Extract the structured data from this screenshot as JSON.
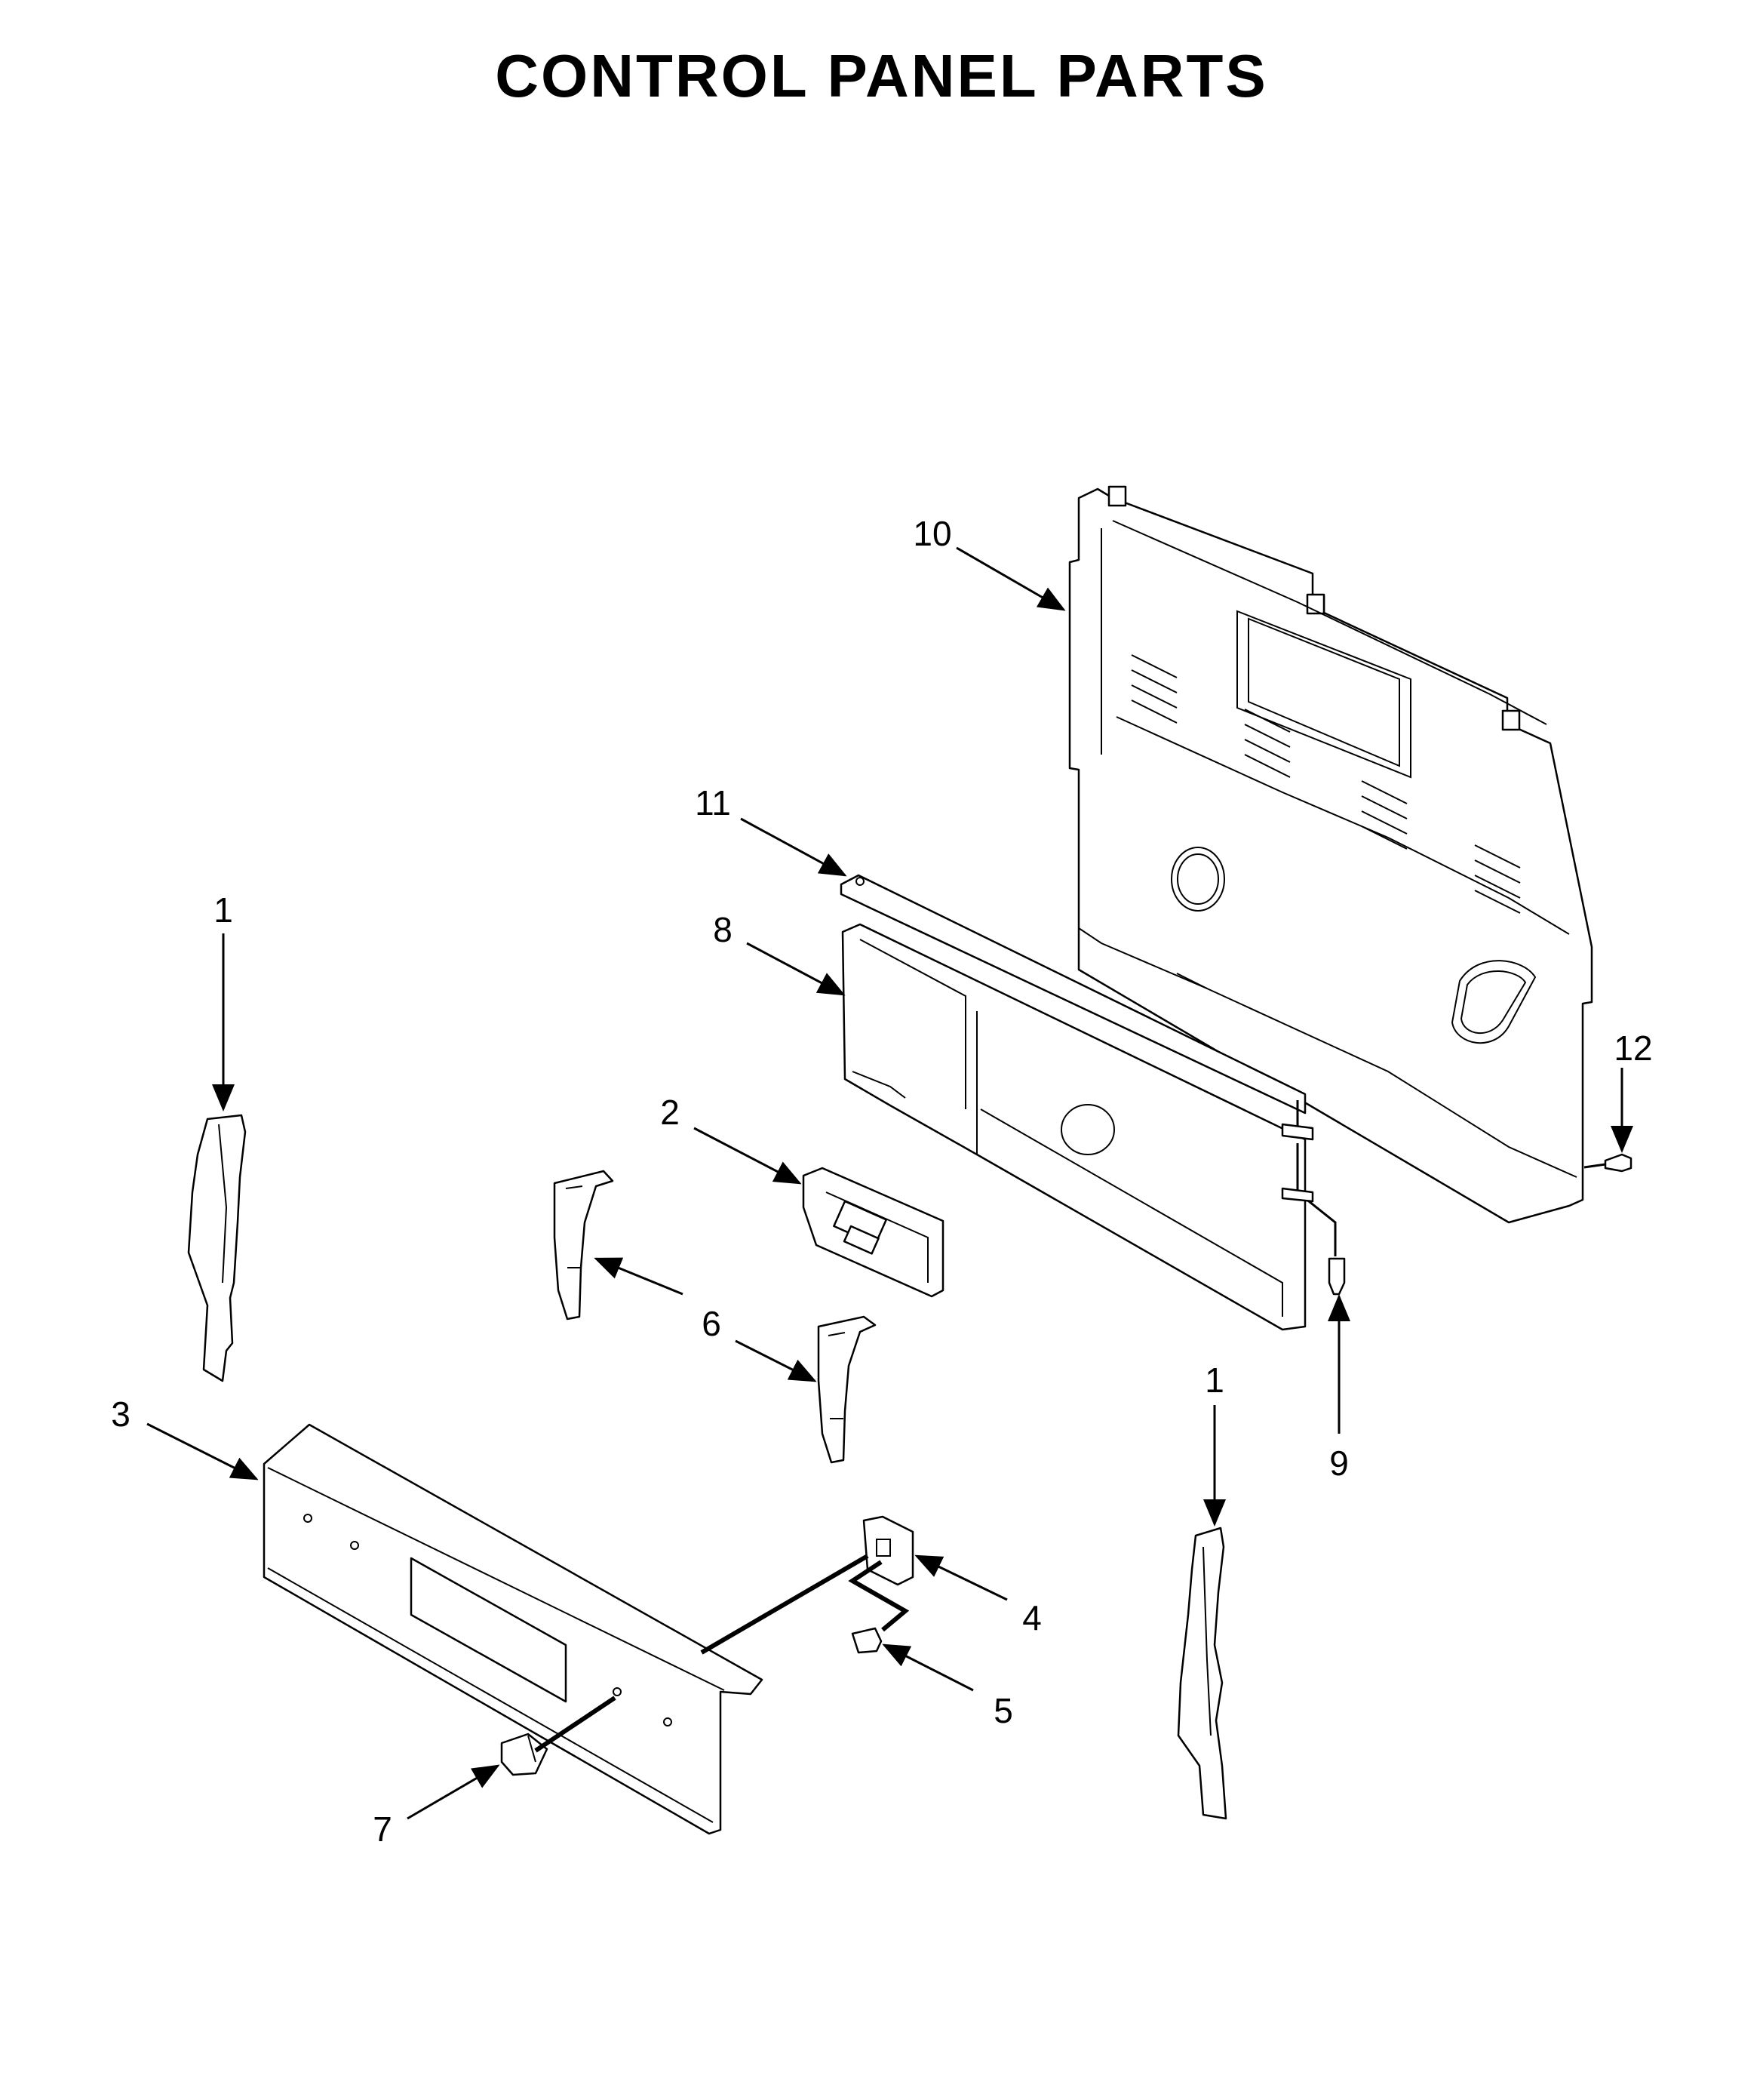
{
  "title": "CONTROL PANEL PARTS",
  "callouts": {
    "c1_left": "1",
    "c1_right": "1",
    "c2": "2",
    "c3": "3",
    "c4": "4",
    "c5": "5",
    "c6": "6",
    "c7": "7",
    "c8": "8",
    "c9": "9",
    "c10": "10",
    "c11": "11",
    "c12": "12"
  },
  "colors": {
    "ink": "#000000",
    "background": "#ffffff"
  }
}
